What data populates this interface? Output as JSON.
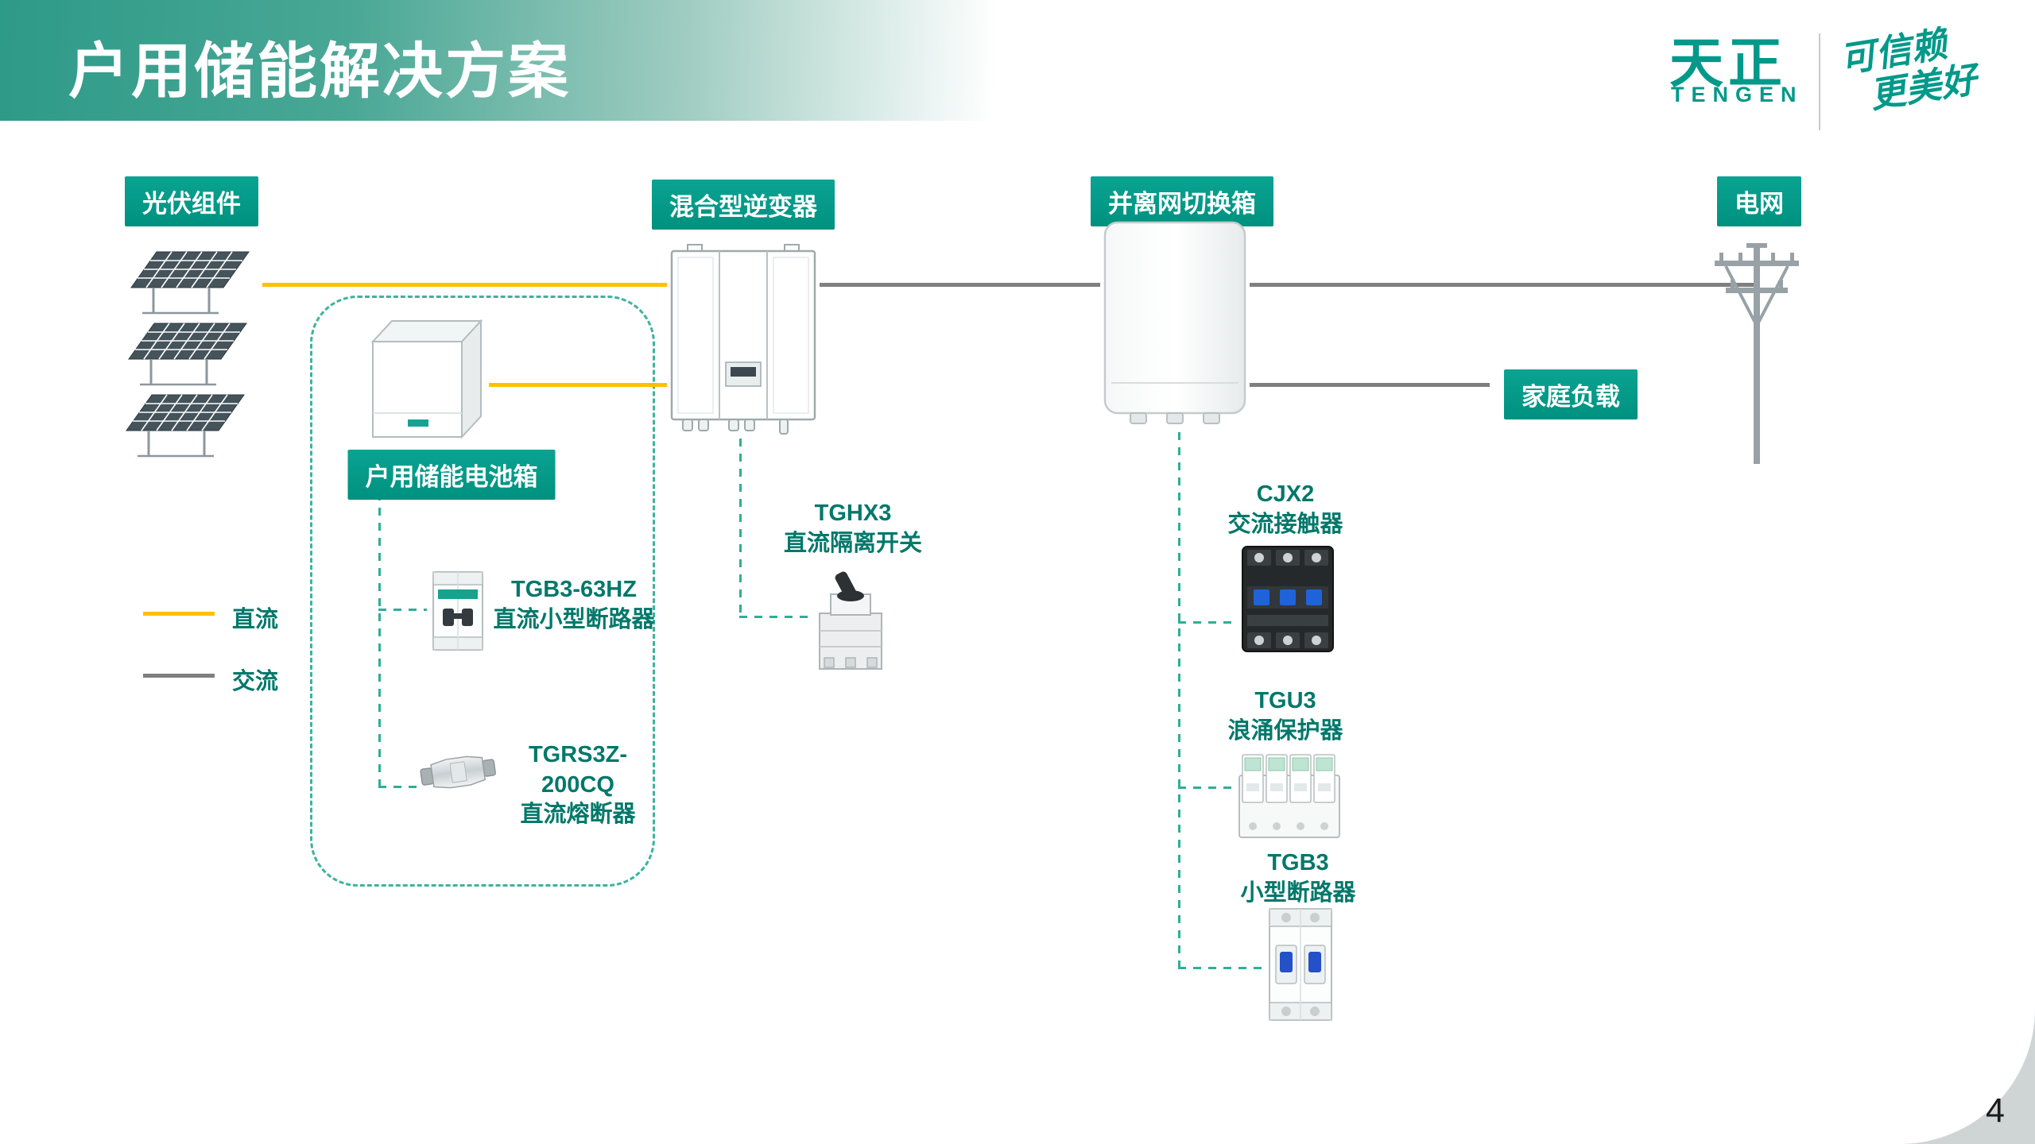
{
  "page": {
    "title": "户用储能解决方案",
    "number": "4"
  },
  "logo": {
    "brand": "天正",
    "brand_latin": "TENGEN",
    "slogan_line1": "可信赖",
    "slogan_line2": "更美好"
  },
  "node_labels": {
    "pv": "光伏组件",
    "inverter": "混合型逆变器",
    "switch_box": "并离网切换箱",
    "grid": "电网",
    "home_load": "家庭负载",
    "battery_box": "户用储能电池箱"
  },
  "legend": {
    "dc": "直流",
    "ac": "交流"
  },
  "components": {
    "tghx3": {
      "name": "TGHX3",
      "desc": "直流隔离开关"
    },
    "tgb3_63hz": {
      "name": "TGB3-63HZ",
      "desc": "直流小型断路器"
    },
    "tgrs3z": {
      "name_line1": "TGRS3Z-",
      "name_line2": "200CQ",
      "desc": "直流熔断器"
    },
    "cjx2": {
      "name": "CJX2",
      "desc": "交流接触器"
    },
    "tgu3": {
      "name": "TGU3",
      "desc": "浪涌保护器"
    },
    "tgb3": {
      "name": "TGB3",
      "desc": "小型断路器"
    }
  },
  "colors": {
    "brand_teal": "#009a8b",
    "label_text_teal": "#00786a",
    "dc_yellow": "#ffc000",
    "ac_gray": "#7f7f7f",
    "dashed_teal": "#3db39d"
  }
}
